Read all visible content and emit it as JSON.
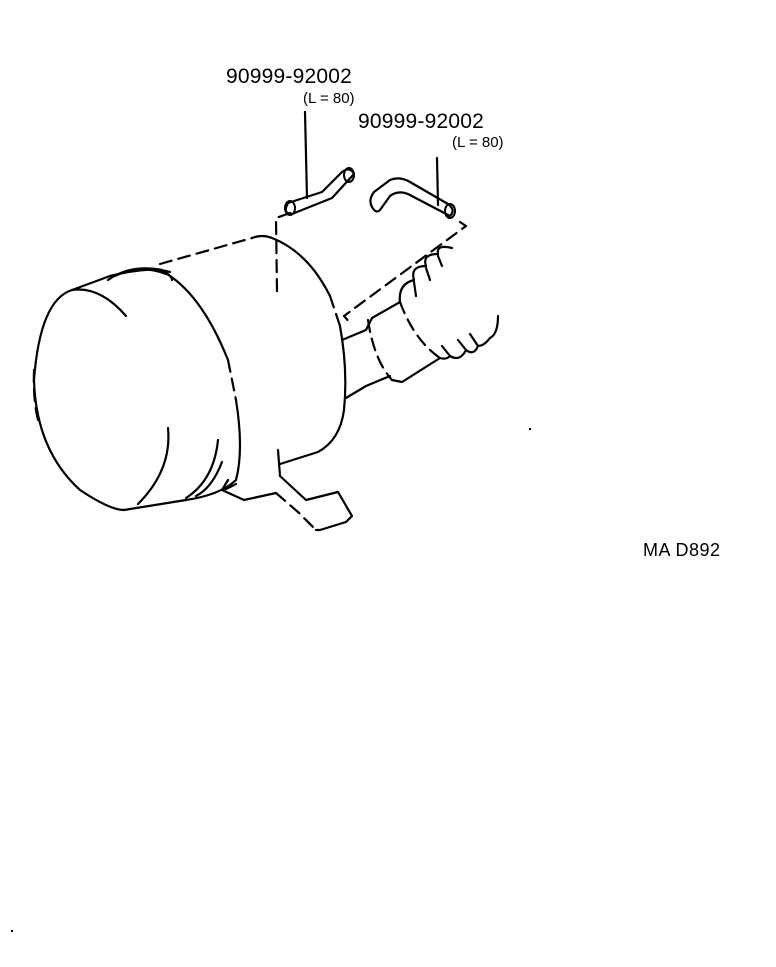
{
  "diagram": {
    "type": "exploded parts illustration",
    "subject": "air cleaner assembly with hoses",
    "callouts": [
      {
        "id": "hose-left",
        "part_number": "90999-92002",
        "length_note": "(L = 80)"
      },
      {
        "id": "hose-right",
        "part_number": "90999-92002",
        "length_note": "(L = 80)"
      }
    ],
    "illustration_code": "MA  D892",
    "colors": {
      "line": "#000000",
      "background": "#ffffff"
    }
  }
}
